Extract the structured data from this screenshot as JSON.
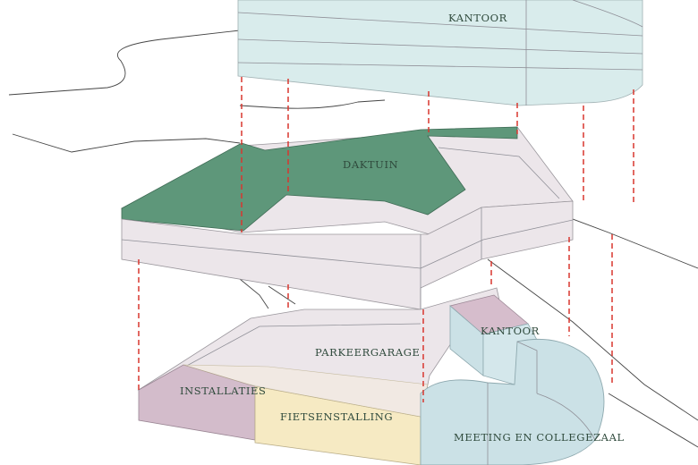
{
  "labels": {
    "kantoor_top": "KANTOOR",
    "daktuin": "DAKTUIN",
    "parkeergarage": "PARKEERGARAGE",
    "kantoor_small": "KANTOOR",
    "installaties": "INSTALLATIES",
    "fietsenstalling": "FIETSENSTALLING",
    "meeting": "MEETING EN COLLEGEZAAL"
  },
  "colors": {
    "office": "#d9ecec",
    "roof_garden": "#5e977a",
    "slab": "#e8e2e6",
    "installations": "#d3bccb",
    "bicycle": "#f6eac3",
    "meeting": "#cbe1e6",
    "projection": "#d8372f"
  }
}
